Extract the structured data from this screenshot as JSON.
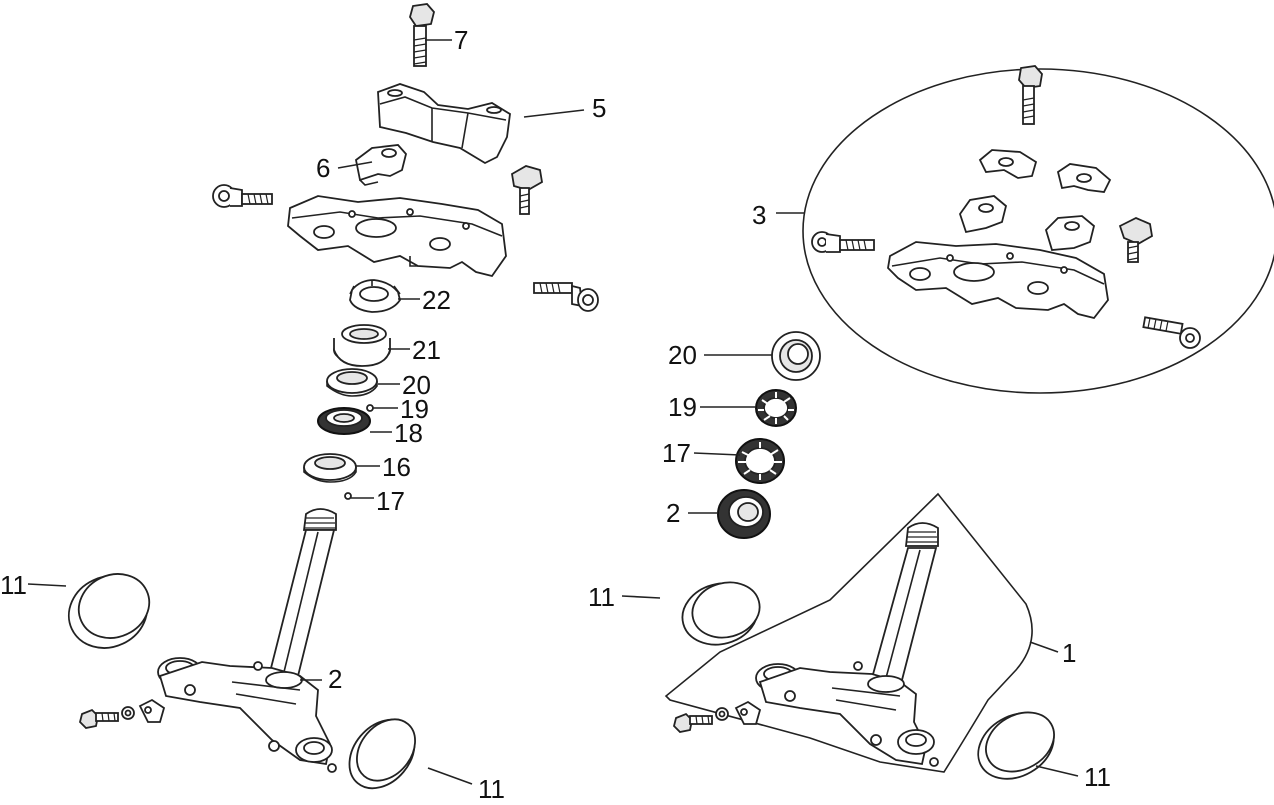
{
  "diagram": {
    "callouts": {
      "c7": "7",
      "c5": "5",
      "c6": "6",
      "c22": "22",
      "c21": "21",
      "c20a": "20",
      "c19a": "19",
      "c18": "18",
      "c16": "16",
      "c17a": "17",
      "c2a": "2",
      "c11a": "11",
      "c11b": "11",
      "c3": "3",
      "c20b": "20",
      "c19b": "19",
      "c17b": "17",
      "c2b": "2",
      "c11c": "11",
      "c1": "1",
      "c11d": "11"
    }
  }
}
